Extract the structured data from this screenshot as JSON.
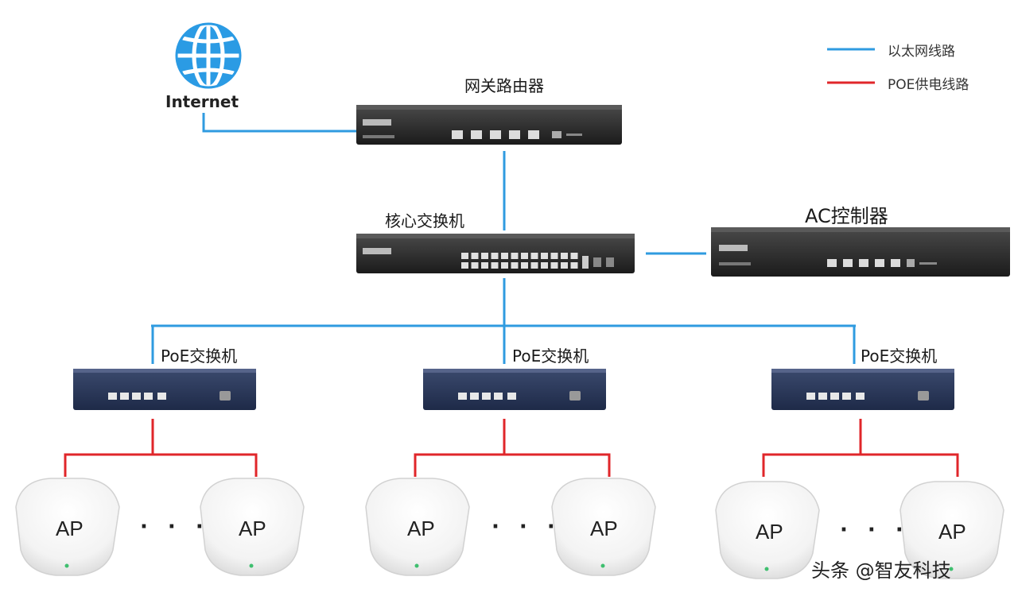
{
  "legend": {
    "ethernet_label": "以太网线路",
    "ethernet_color": "#2f9be0",
    "poe_label": "POE供电线路",
    "poe_color": "#e0262a"
  },
  "nodes": {
    "internet": {
      "label": "Internet",
      "icon": "globe-icon"
    },
    "gateway": {
      "label": "网关路由器"
    },
    "core_switch": {
      "label": "核心交换机"
    },
    "ac": {
      "label": "AC控制器"
    },
    "poe_switches": [
      {
        "label": "PoE交换机"
      },
      {
        "label": "PoE交换机"
      },
      {
        "label": "PoE交换机"
      }
    ],
    "ap_label": "AP",
    "ellipsis": "· · ·"
  },
  "watermark": "头条 @智友科技"
}
